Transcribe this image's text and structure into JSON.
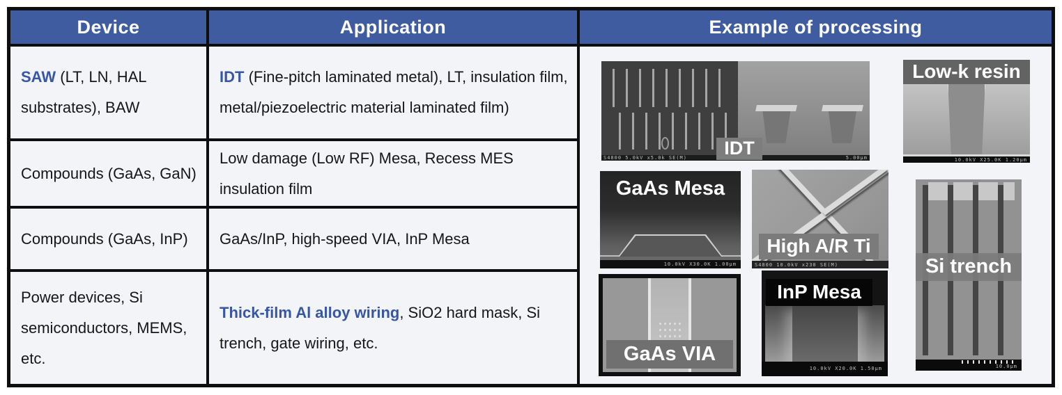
{
  "colors": {
    "header_bg": "#3e5c9f",
    "header_text": "#ffffff",
    "cell_bg": "#f2f4f7",
    "accent_text": "#3757a6",
    "body_text": "#161616",
    "border": "#0e0e0e"
  },
  "header": {
    "device": "Device",
    "application": "Application",
    "processing": "Example of processing"
  },
  "rows": [
    {
      "device_accent": "SAW",
      "device_text": " (LT, LN, HAL substrates), BAW",
      "app_accent": "IDT",
      "app_text": " (Fine-pitch laminated metal), LT, insulation film, metal/piezoelectric material laminated film)"
    },
    {
      "device_text": "Compounds (GaAs, GaN)",
      "app_text": "Low damage (Low RF) Mesa, Recess MES insulation film"
    },
    {
      "device_text": "Compounds (GaAs, InP)",
      "app_text": "GaAs/InP, high-speed VIA, InP Mesa"
    },
    {
      "device_text": "Power devices, Si semiconductors, MEMS, etc.",
      "app_accent": "Thick-film Al alloy wiring",
      "app_text": ", SiO2 hard mask, Si trench, gate wiring, etc."
    }
  ],
  "processing": {
    "idt": {
      "label": "IDT",
      "scalebar_left": "S4800 5.0kV x5.0k SE(M)",
      "scalebar_right": "5.00µm"
    },
    "low_k": {
      "label": "Low-k resin",
      "scalebar": "10.0kV X25.0K 1.20µm"
    },
    "gaas_mesa": {
      "label": "GaAs Mesa",
      "scalebar": "10.0kV X30.0K 1.00µm"
    },
    "high_ar_ti": {
      "label": "High A/R Ti",
      "scalebar": "S4800 10.0kV x230 SE(M)"
    },
    "si_trench": {
      "label": "Si trench",
      "scalebar": "10.0µm"
    },
    "gaas_via": {
      "label": "GaAs VIA"
    },
    "inp_mesa": {
      "label": "InP Mesa",
      "scalebar": "10.0kV X20.0K 1.50µm"
    }
  }
}
